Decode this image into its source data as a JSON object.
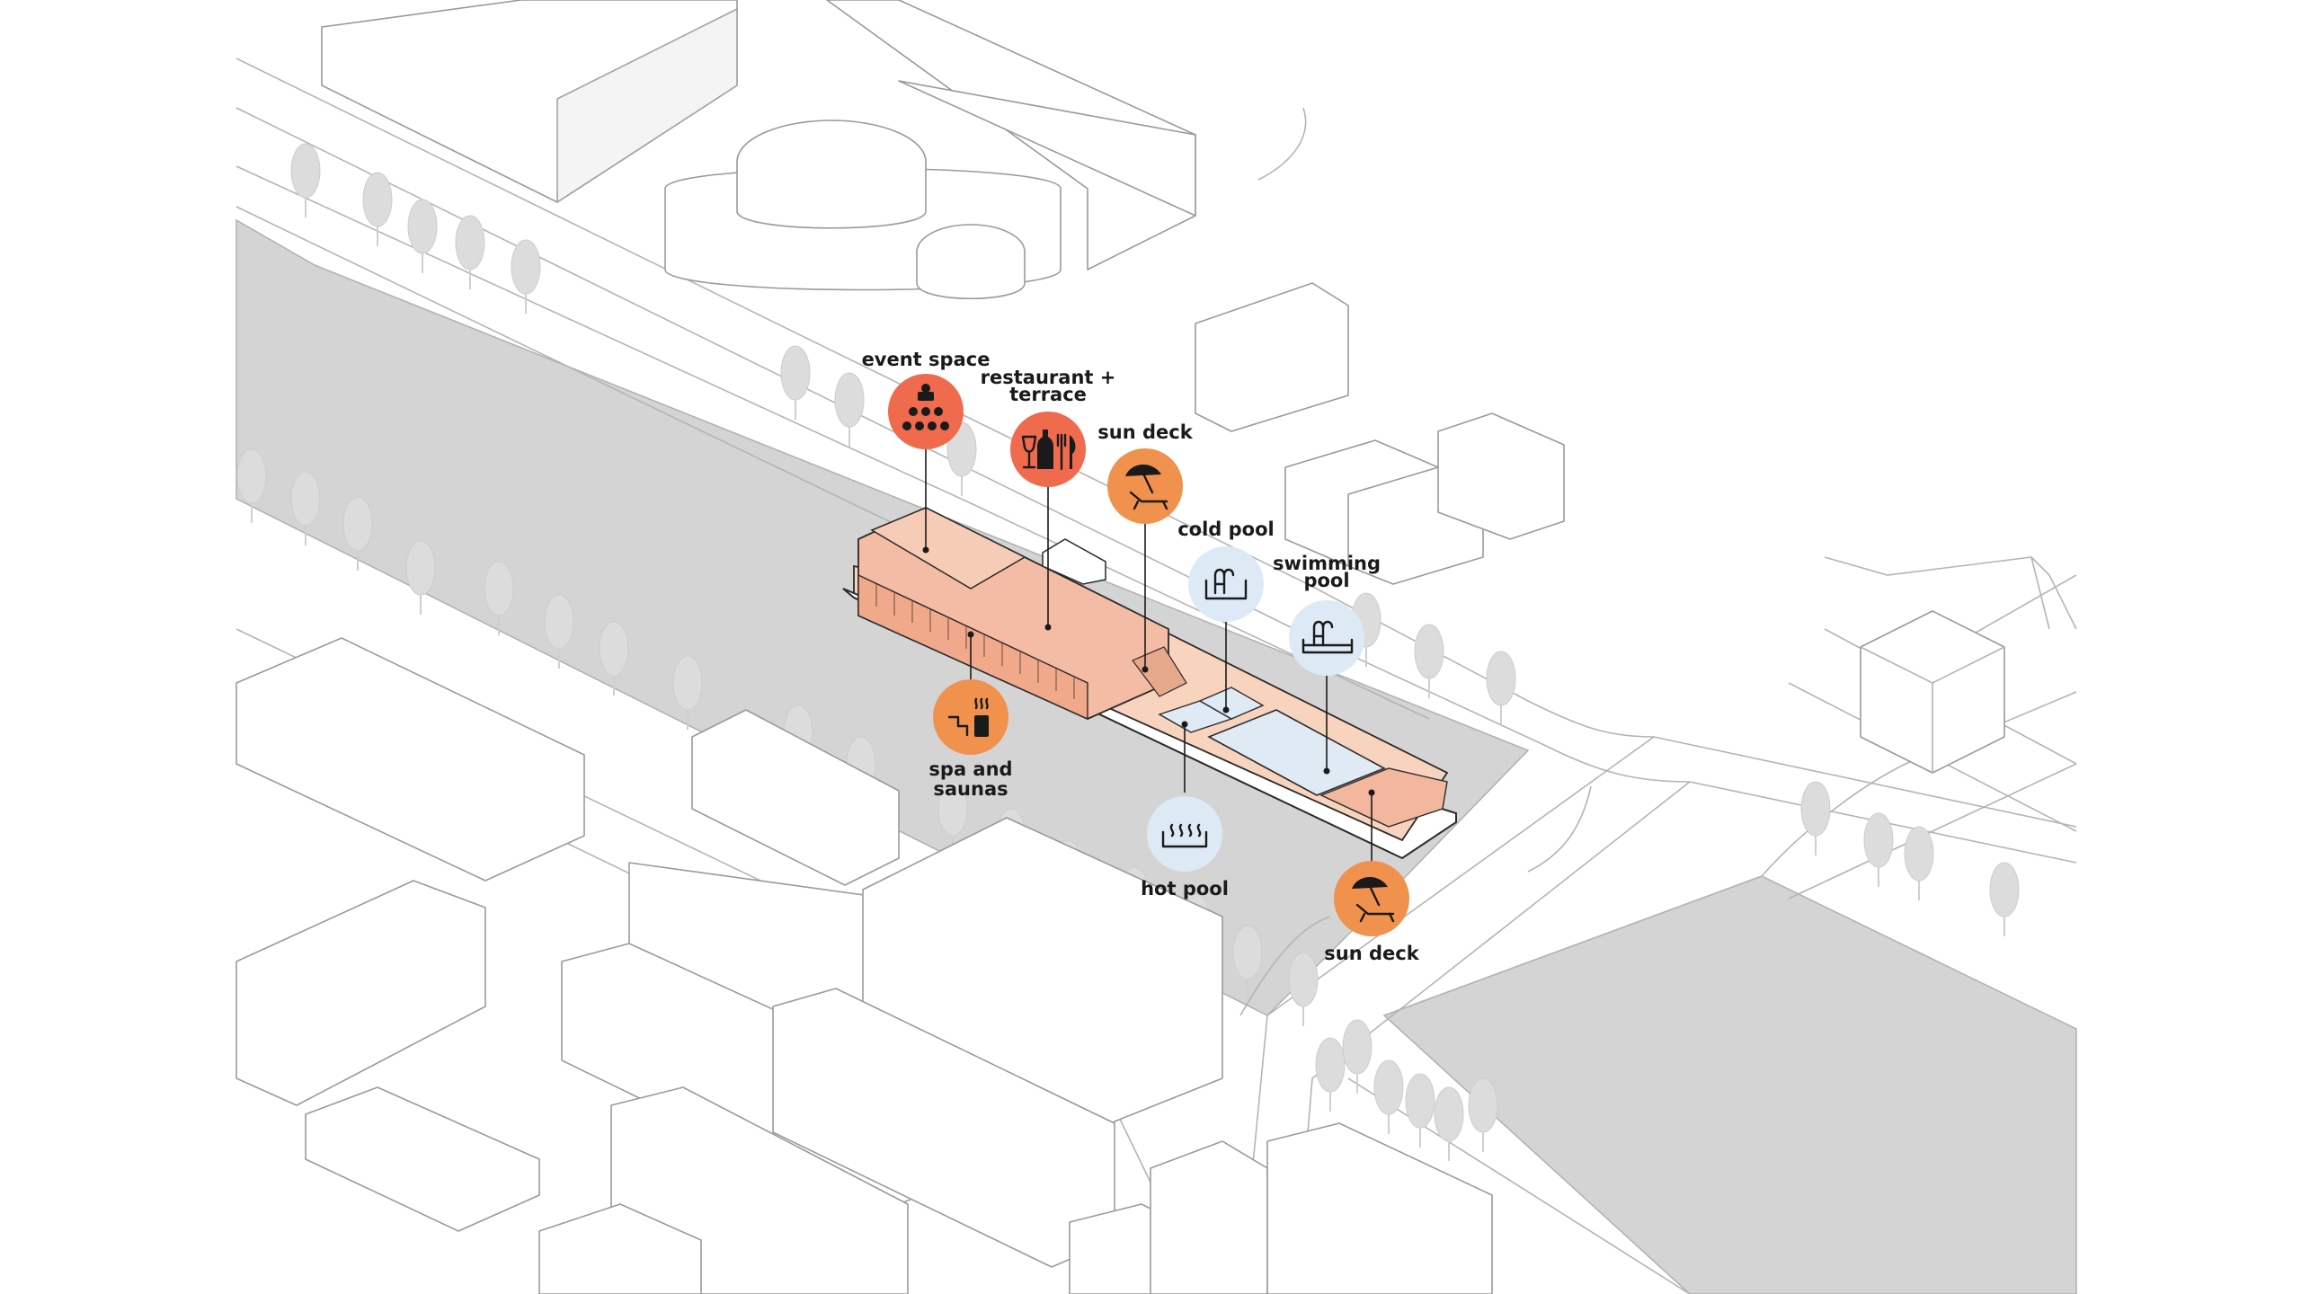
{
  "labels": {
    "event_space": "event space",
    "restaurant_line1": "restaurant +",
    "restaurant_line2": "terrace",
    "sun_deck_top": "sun deck",
    "cold_pool": "cold pool",
    "swimming_line1": "swimming",
    "swimming_line2": "pool",
    "spa_line1": "spa and",
    "spa_line2": "saunas",
    "hot_pool": "hot pool",
    "sun_deck_bottom": "sun deck"
  },
  "icons": {
    "event_space": "audience-icon",
    "restaurant": "wine-and-cutlery-icon",
    "sun_deck": "deck-chair-umbrella-icon",
    "cold_pool": "pool-ladder-icon",
    "swimming_pool": "swimming-pool-ladder-icon",
    "spa": "sauna-stove-icon",
    "hot_pool": "hot-pool-steam-icon"
  },
  "colors": {
    "red": "#f06a4e",
    "orange": "#f0914e",
    "light_blue": "#dde9f4",
    "water": "#d4d4d4",
    "building_fill": "#f4bca4",
    "pool_water": "#dfeaf5",
    "ground": "#ffffff",
    "lines": "#9a9a9a"
  }
}
